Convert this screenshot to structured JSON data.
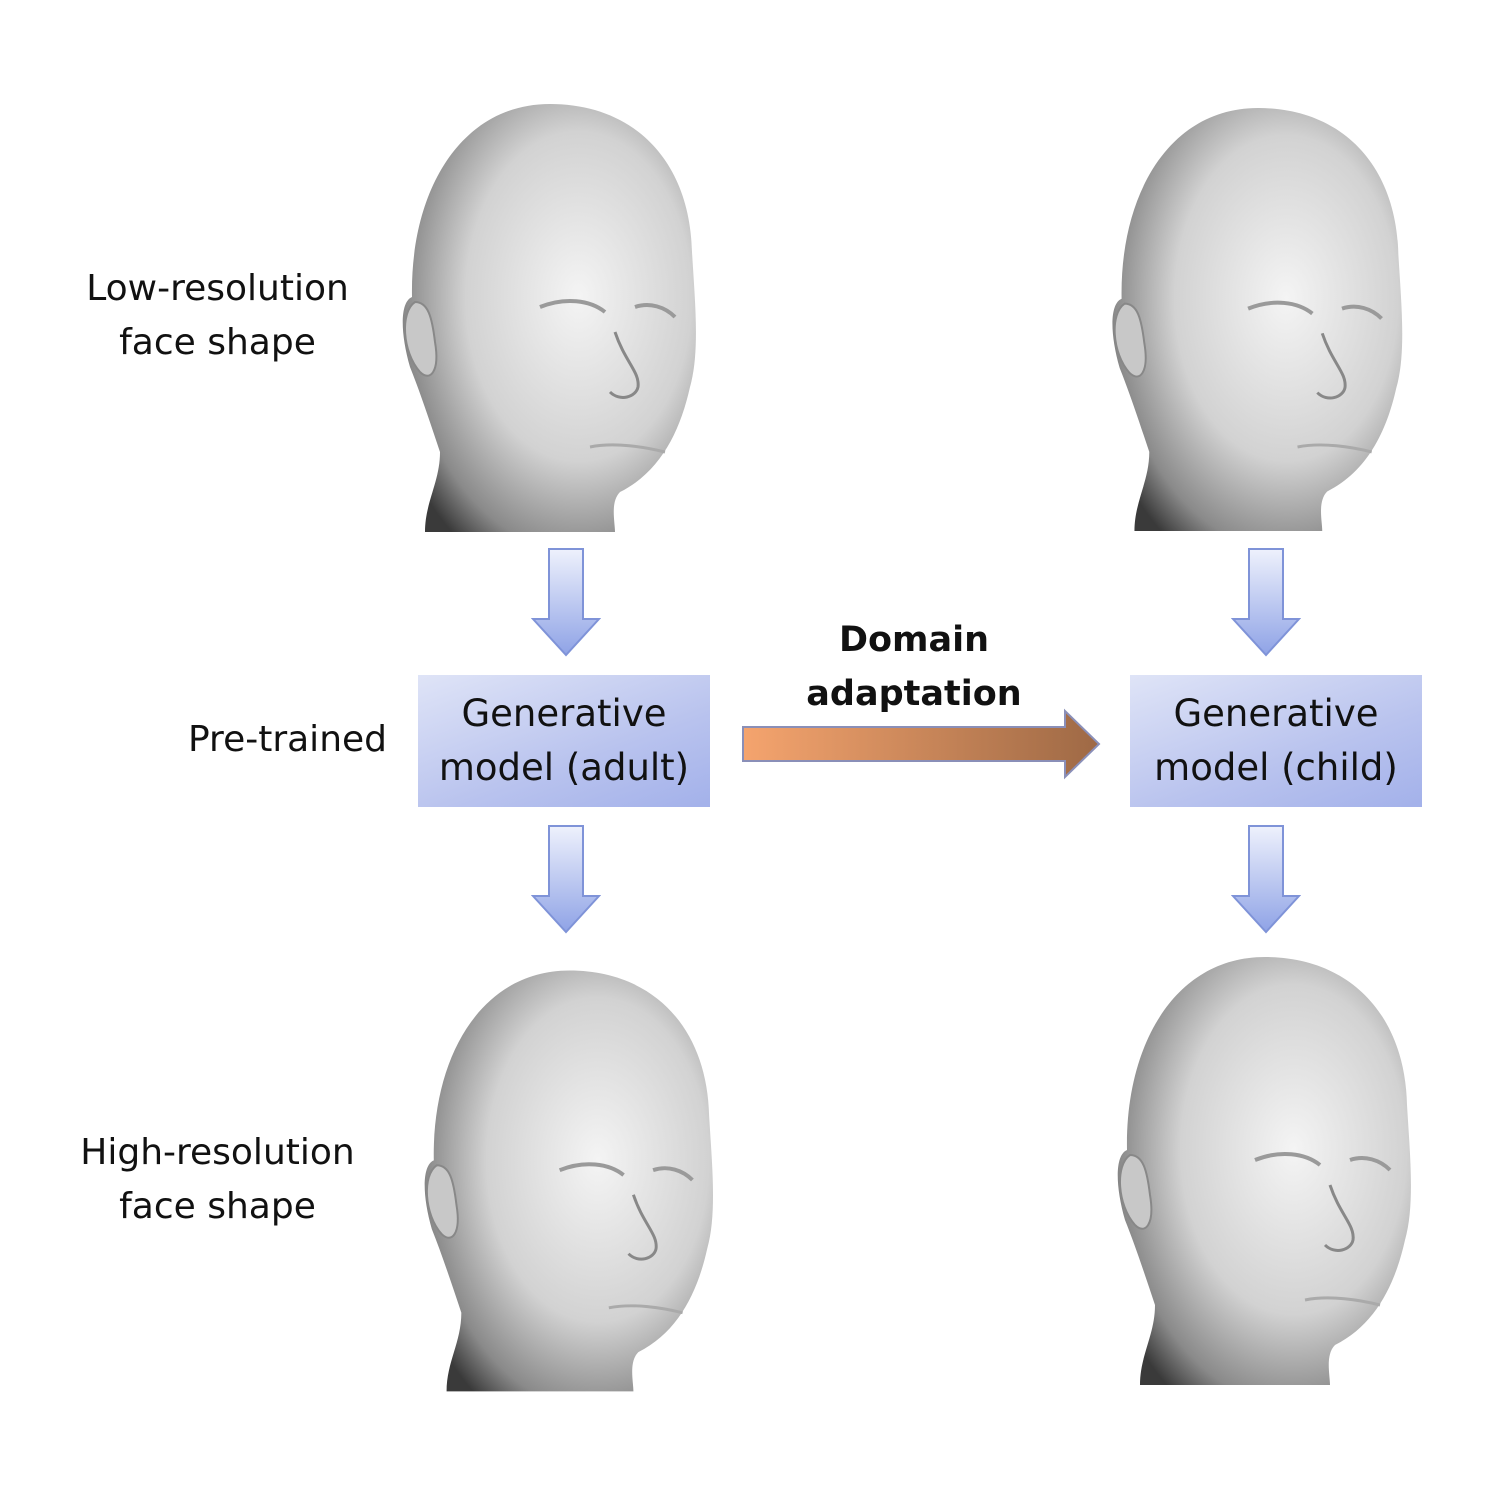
{
  "labels": {
    "low_res": [
      "Low-resolution",
      "face shape"
    ],
    "pre_trained": "Pre-trained",
    "high_res": [
      "High-resolution",
      "face shape"
    ],
    "domain_adaptation": [
      "Domain",
      "adaptation"
    ]
  },
  "boxes": {
    "adult": [
      "Generative",
      "model (adult)"
    ],
    "child": [
      "Generative",
      "model (child)"
    ]
  },
  "colors": {
    "box_light": "#dfe4f7",
    "box_dark": "#a3b1ea",
    "arrow_blue": "#a9b8ee",
    "arrow_orange_start": "#f5a46e",
    "arrow_orange_end": "#a06a45"
  }
}
